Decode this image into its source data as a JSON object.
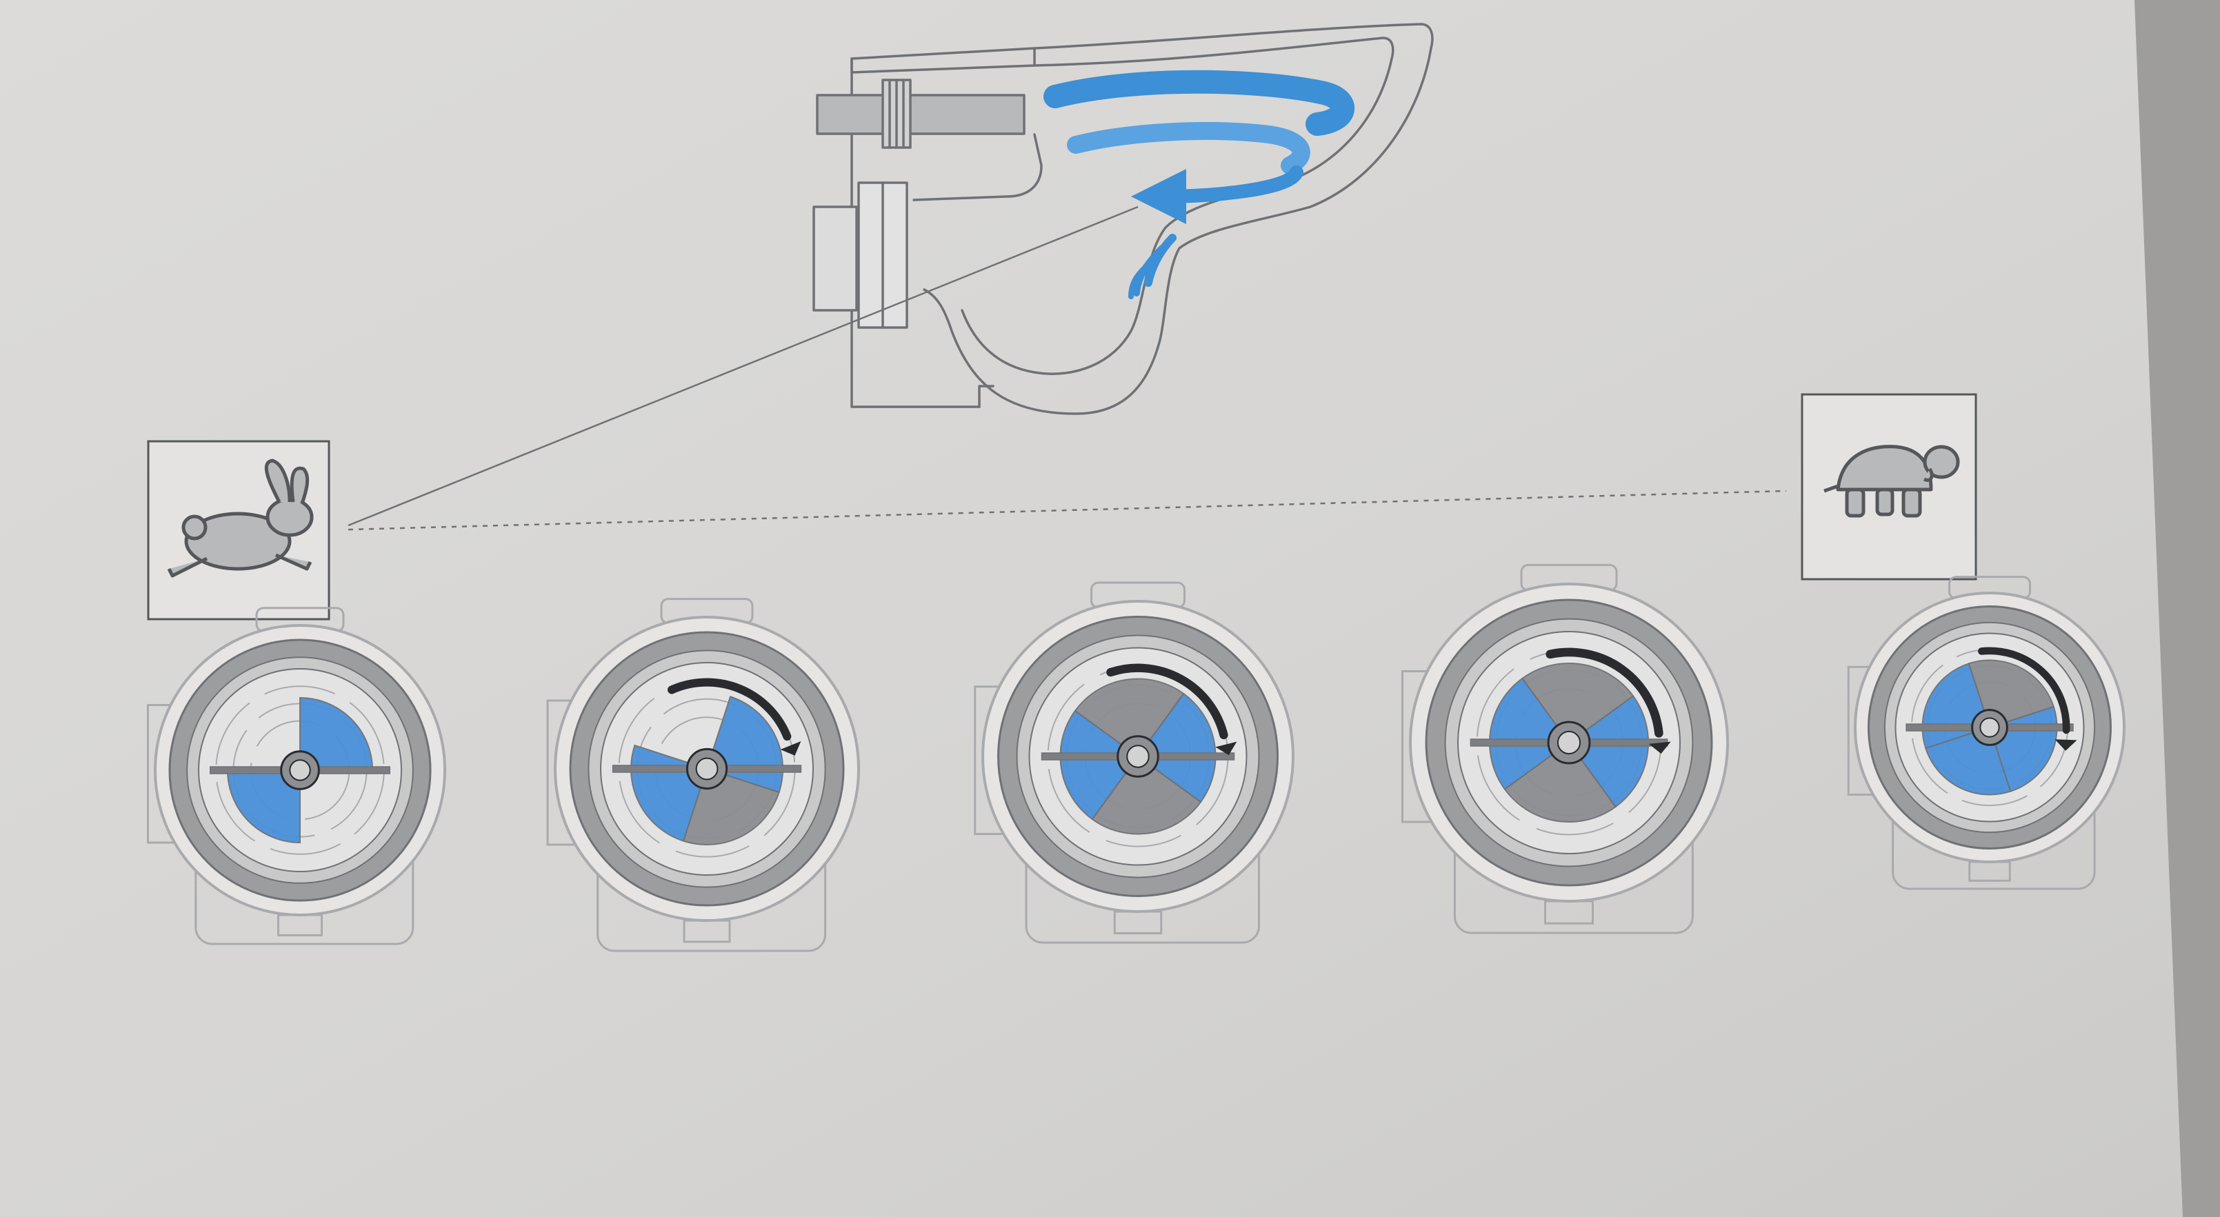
{
  "colors": {
    "paper": "#d9d8d6",
    "paper_light": "#e6e5e3",
    "line": "#6f7175",
    "line_light": "#a9aaad",
    "water_blue": "#3d8fd6",
    "blade_blue": "#4a90d9",
    "blade_gray": "#8c8d90",
    "arrow_dark": "#2a2b2e",
    "rim_gray": "#9c9d9f"
  },
  "icons": {
    "toilet": "wall-hung-toilet-icon",
    "flow": "swirl-flush-icon",
    "fast": "rabbit-icon",
    "slow": "turtle-icon",
    "valve": "flush-valve-dial-icon",
    "rotation": "clockwise-arrow-icon"
  },
  "speed_scale": {
    "start": "fast",
    "end": "slow",
    "positions": 5
  },
  "valve_settings": [
    {
      "step": 1,
      "blue_quadrants": 2,
      "gray_quadrants": 0,
      "rotation_arrow": false
    },
    {
      "step": 2,
      "blue_quadrants": 2,
      "gray_quadrants": 1,
      "rotation_arrow": true
    },
    {
      "step": 3,
      "blue_quadrants": 2,
      "gray_quadrants": 2,
      "rotation_arrow": true
    },
    {
      "step": 4,
      "blue_quadrants": 2,
      "gray_quadrants": 2,
      "rotation_arrow": true
    },
    {
      "step": 5,
      "blue_quadrants": 3,
      "gray_quadrants": 1,
      "rotation_arrow": true
    }
  ]
}
